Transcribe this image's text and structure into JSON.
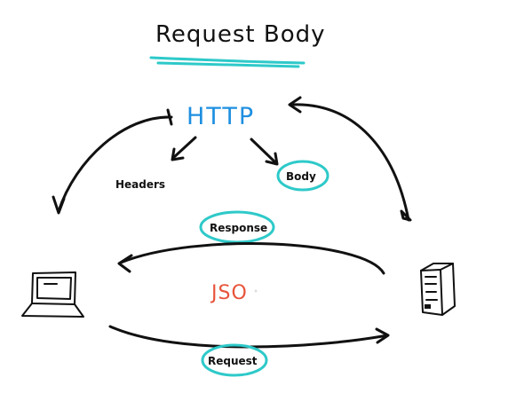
{
  "title": "Request Body",
  "center_label": "HTTP",
  "headers_label": "Headers",
  "body_label": "Body",
  "response_label": "Response",
  "payload_label": "JSO",
  "request_label": "Request",
  "colors": {
    "ink": "#111111",
    "http": "#1e8fe0",
    "highlight": "#2ec9c9",
    "json": "#e8533a"
  },
  "icons": [
    "laptop-icon",
    "server-icon"
  ]
}
